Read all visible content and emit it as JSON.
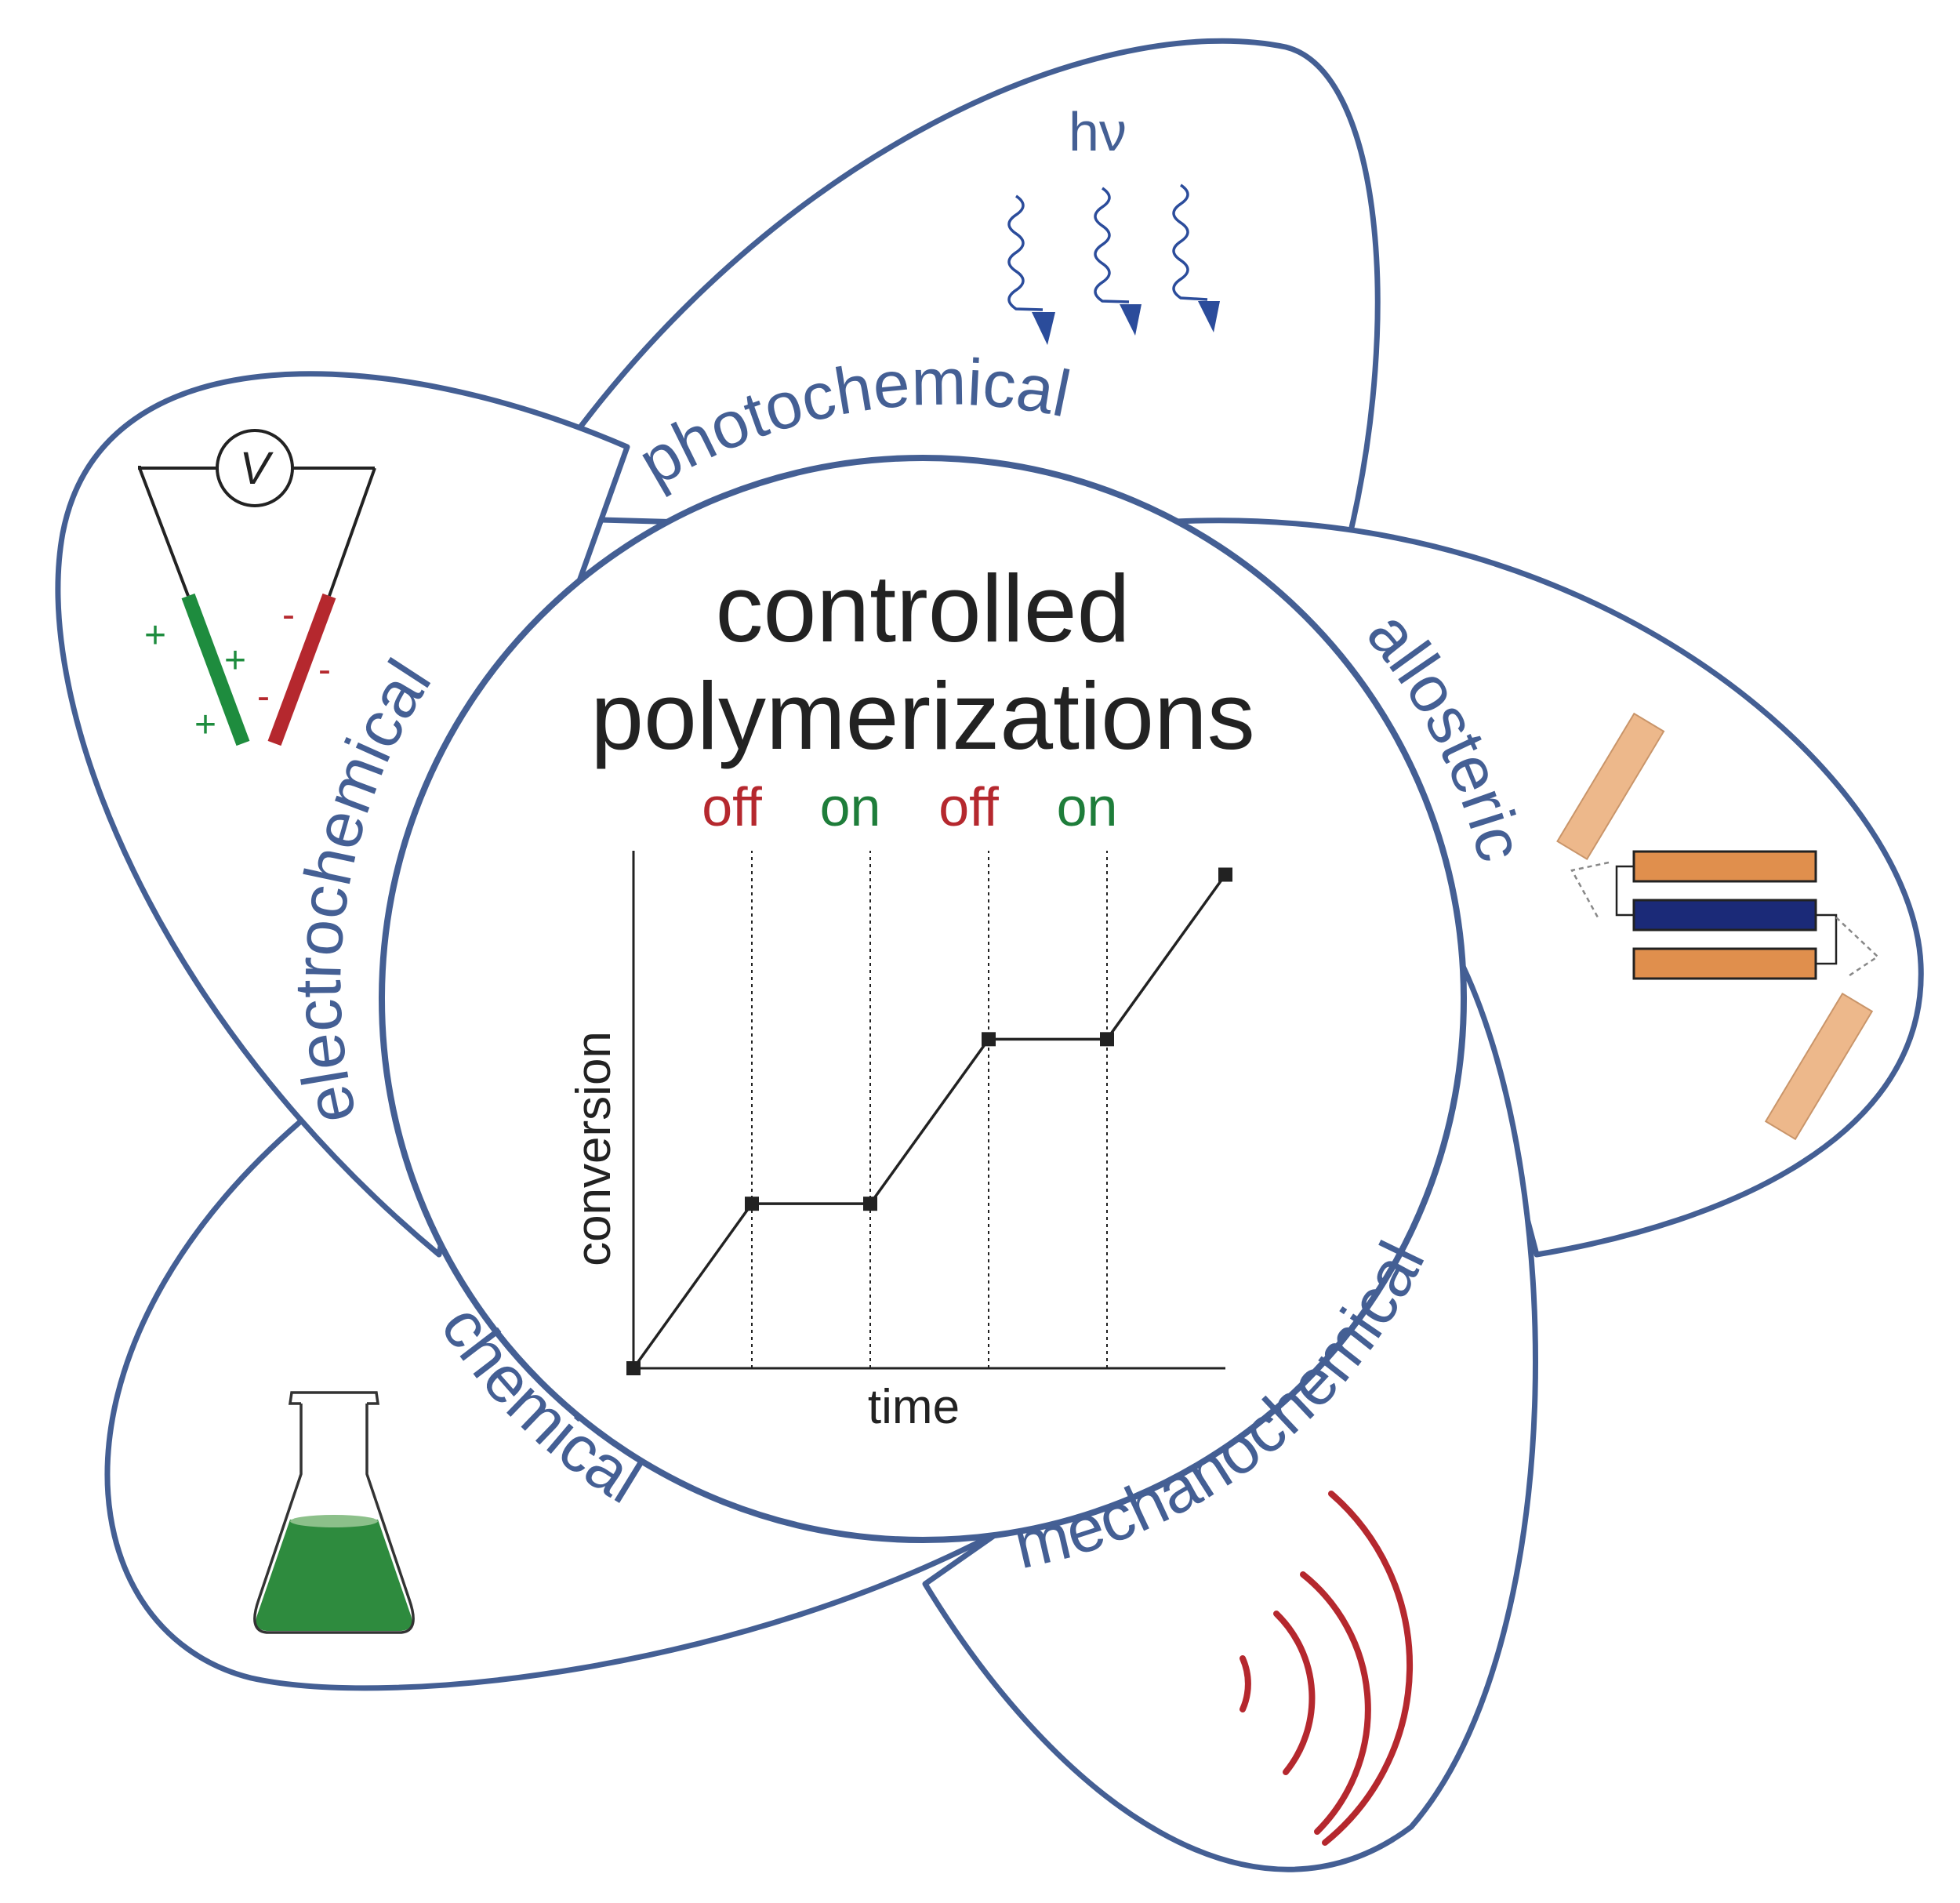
{
  "title": {
    "line1": "controlled",
    "line2": "polymerizations"
  },
  "petals": {
    "photochemical": "photochemical",
    "allosteric": "allosteric",
    "mechanochemical": "mechanochemical",
    "chemical": "chemical",
    "electrochemical": "electrochemical"
  },
  "icons": {
    "photochemical": "light-hv-wavy-arrows-icon",
    "allosteric": "allosteric-switch-icon",
    "mechanochemical": "sound-wave-icon",
    "chemical": "erlenmeyer-flask-icon",
    "electrochemical": "voltmeter-electrodes-icon"
  },
  "light_symbol": "hν",
  "voltmeter_symbol": "V",
  "electrode_signs": {
    "plus": "+",
    "minus": "-"
  },
  "colors": {
    "outline": "#445f94",
    "off": "#b5282e",
    "on": "#1e7d3a",
    "flask_liquid": "#2e8b3e",
    "sound": "#b5282e",
    "allosteric_light": "#edb88b",
    "allosteric_mid": "#e08f4d",
    "allosteric_core": "#1b2a78",
    "photon": "#2b4c9b"
  },
  "chart_data": {
    "type": "line",
    "xlabel": "time",
    "ylabel": "conversion",
    "states": [
      {
        "label": "off",
        "color": "#b5282e"
      },
      {
        "label": "on",
        "color": "#1e7d3a"
      },
      {
        "label": "off",
        "color": "#b5282e"
      },
      {
        "label": "on",
        "color": "#1e7d3a"
      }
    ],
    "x": [
      0,
      1,
      2,
      3,
      4,
      5
    ],
    "y": [
      0,
      1,
      1,
      2,
      2,
      3
    ],
    "xlim": [
      0,
      5
    ],
    "ylim": [
      0,
      3.05
    ],
    "dividers": [
      1,
      2,
      3,
      4
    ]
  }
}
